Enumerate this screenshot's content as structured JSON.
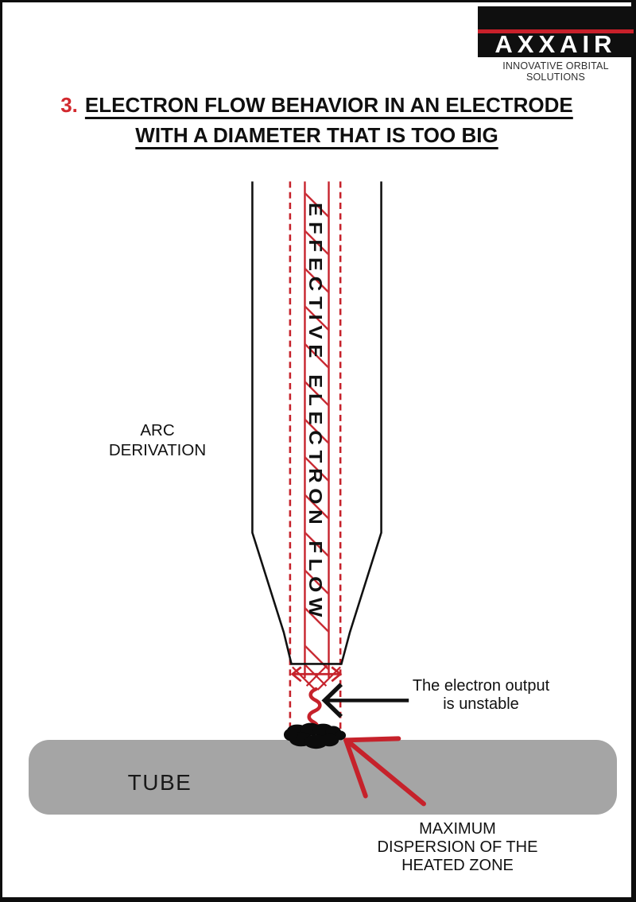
{
  "colors": {
    "red": "#c6222b",
    "title-red": "#d2292e",
    "logo-red": "#c8202a",
    "tube-gray": "#a5a5a5"
  },
  "logo": {
    "brand": "AXXAIR",
    "tagline": "INNOVATIVE ORBITAL SOLUTIONS"
  },
  "title": {
    "number": "3.",
    "line1": "ELECTRON FLOW BEHAVIOR IN AN ELECTRODE",
    "line2": "WITH A DIAMETER THAT IS TOO BIG"
  },
  "diagram": {
    "flow_label": "EFFECTIVE ELECTRON FLOW",
    "arc_label": {
      "line1": "ARC",
      "line2": "DERIVATION"
    },
    "output_note": {
      "line1": "The electron output",
      "line2": "is unstable"
    },
    "tube_label": "TUBE",
    "dispersion_label": {
      "line1": "MAXIMUM",
      "line2": "DISPERSION OF THE",
      "line3": "HEATED ZONE"
    }
  }
}
